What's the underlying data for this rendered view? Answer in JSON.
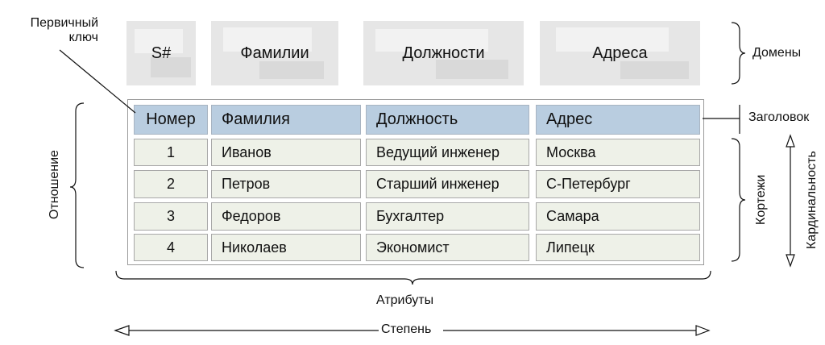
{
  "domains": {
    "d1": "S#",
    "d2": "Фамилии",
    "d3": "Должности",
    "d4": "Адреса"
  },
  "table": {
    "headers": [
      "Номер",
      "Фамилия",
      "Должность",
      "Адрес"
    ],
    "rows": [
      [
        "1",
        "Иванов",
        "Ведущий инженер",
        "Москва"
      ],
      [
        "2",
        "Петров",
        "Старший инженер",
        "С-Петербург"
      ],
      [
        "3",
        "Федоров",
        "Бухгалтер",
        "Самара"
      ],
      [
        "4",
        "Николаев",
        "Экономист",
        "Липецк"
      ]
    ]
  },
  "labels": {
    "primary_key_line1": "Первичный",
    "primary_key_line2": "ключ",
    "domains": "Домены",
    "header": "Заголовок",
    "tuples": "Кортежи",
    "cardinality": "Кардинальность",
    "relation": "Отношение",
    "attributes": "Атрибуты",
    "degree": "Степень"
  },
  "colors": {
    "header_fill": "#b9cde0",
    "row_fill": "#eef1e8",
    "domain_fill": "#e6e6e6"
  }
}
